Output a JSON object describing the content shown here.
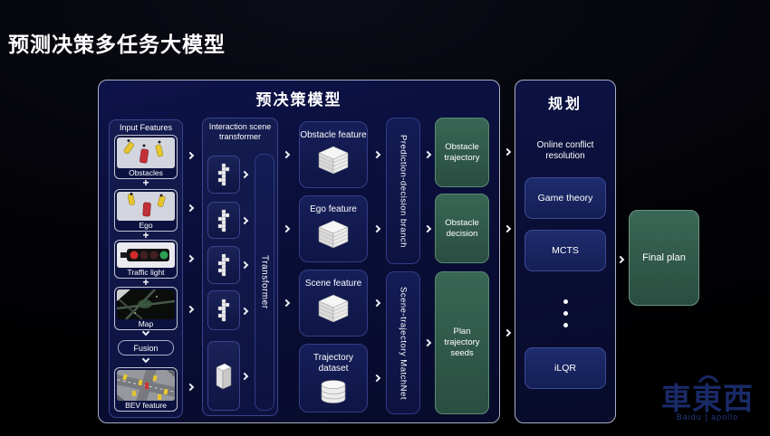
{
  "page": {
    "title": "预测决策多任务大模型"
  },
  "main_panel": {
    "title": "预决策模型",
    "input_features": {
      "label": "Input Features",
      "plus": "+",
      "items": [
        {
          "label": "Obstacles"
        },
        {
          "label": "Ego"
        },
        {
          "label": "Traffic light"
        },
        {
          "label": "Map"
        },
        {
          "label": "BEV feature"
        }
      ],
      "fusion_label": "Fusion"
    },
    "interaction": {
      "title": "Interaction scene transformer",
      "transformer_label": "Transformer"
    },
    "features": [
      {
        "label": "Obstacle feature"
      },
      {
        "label": "Ego feature"
      },
      {
        "label": "Scene feature"
      },
      {
        "label": "Trajectory dataset"
      }
    ],
    "branches": [
      {
        "label": "Prediction-decision branch"
      },
      {
        "label": "Scene-trajectory MatchNet"
      }
    ],
    "outputs": [
      {
        "label": "Obstacle trajectory"
      },
      {
        "label": "Obstacle decision"
      },
      {
        "label": "Plan trajectory seeds"
      }
    ]
  },
  "planning_panel": {
    "title": "规划",
    "subtitle": "Online conflict resolution",
    "methods": [
      {
        "label": "Game theory"
      },
      {
        "label": "MCTS"
      },
      {
        "label": "iLQR"
      }
    ]
  },
  "final_plan": {
    "label": "Final plan"
  },
  "watermark": {
    "logo": "車東西",
    "subtitle": "Baidu | apollo"
  },
  "colors": {
    "background": "#000000",
    "panel_navy": "#0c1140",
    "panel_border_light": "#a9afc4",
    "sub_border_blue": "#39458d",
    "output_green": "#336052",
    "button_blue": "#1b2764",
    "text": "#ffffff"
  }
}
